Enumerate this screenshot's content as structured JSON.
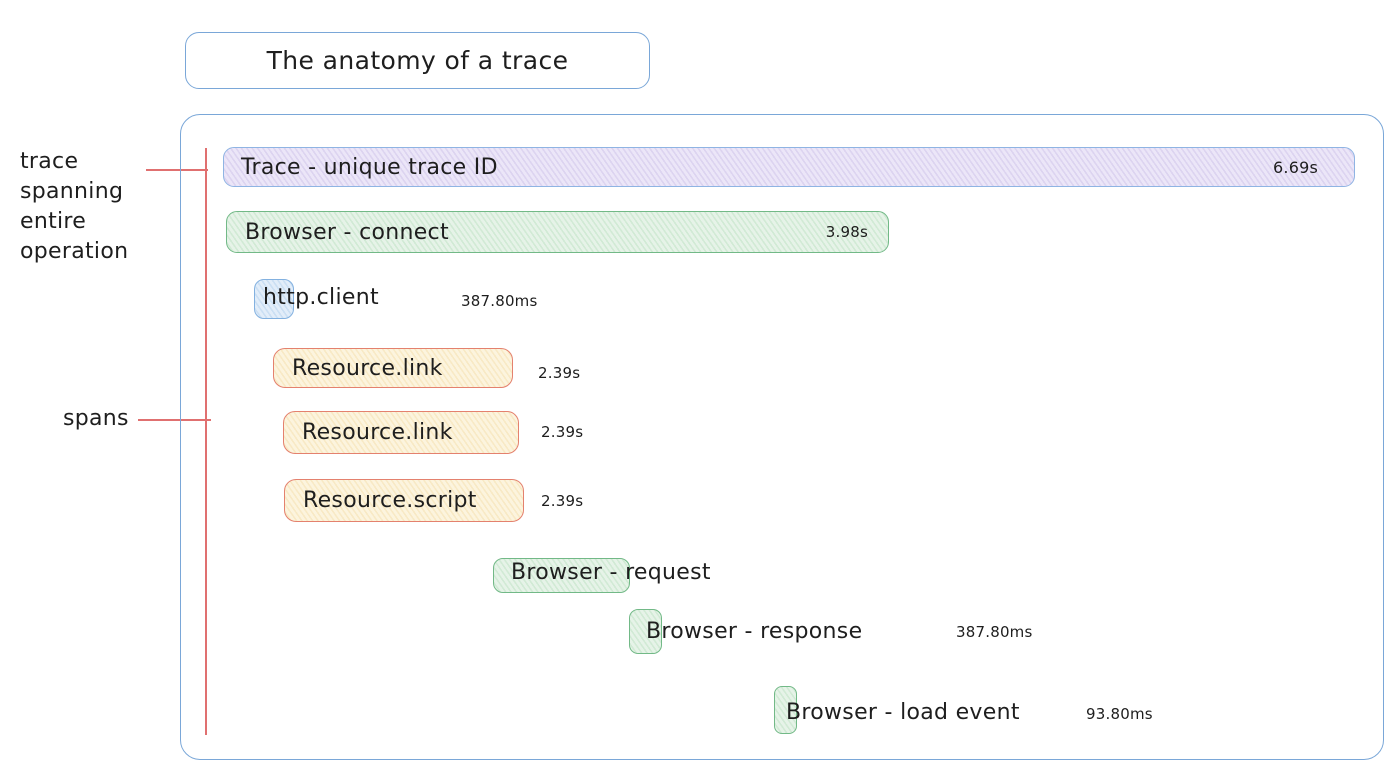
{
  "title": "The anatomy of a trace",
  "annotations": {
    "trace_lines": [
      "trace",
      "spanning",
      "entire",
      "operation"
    ],
    "spans_label": "spans"
  },
  "spans": [
    {
      "label": "Trace - unique trace ID",
      "duration": "6.69s",
      "kind": "trace"
    },
    {
      "label": "Browser - connect",
      "duration": "3.98s",
      "kind": "browser"
    },
    {
      "label": "http.client",
      "duration": "387.80ms",
      "kind": "http"
    },
    {
      "label": "Resource.link",
      "duration": "2.39s",
      "kind": "resource"
    },
    {
      "label": "Resource.link",
      "duration": "2.39s",
      "kind": "resource"
    },
    {
      "label": "Resource.script",
      "duration": "2.39s",
      "kind": "resource"
    },
    {
      "label": "Browser - request",
      "duration": "",
      "kind": "browser"
    },
    {
      "label": "Browser - response",
      "duration": "387.80ms",
      "kind": "browser"
    },
    {
      "label": "Browser - load event",
      "duration": "93.80ms",
      "kind": "browser"
    }
  ],
  "colors": {
    "frame_border": "#7aa7d8",
    "trace_fill": "#efeafa",
    "trace_border": "#8fb4e3",
    "green_fill": "#ecf6ed",
    "green_border": "#72b987",
    "blue_fill": "#e8f1fb",
    "blue_border": "#83b1e0",
    "yellow_fill": "#fdf7e4",
    "yellow_border": "#e4816e",
    "annotation_line": "#e07070",
    "text": "#1e1e1e"
  }
}
